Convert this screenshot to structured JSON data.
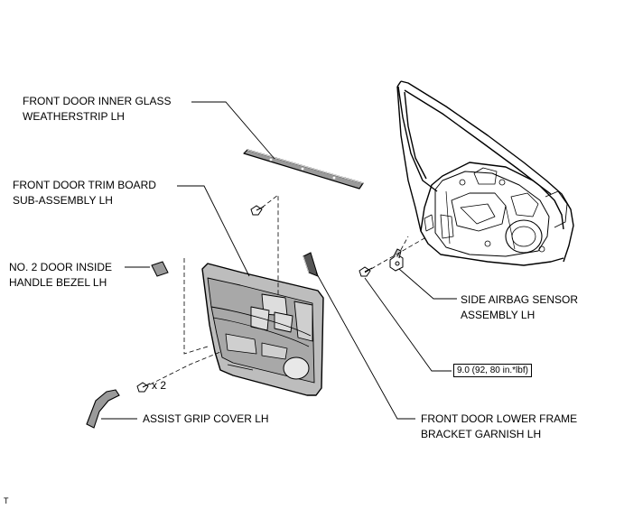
{
  "labels": {
    "inner_glass_weatherstrip": [
      "FRONT DOOR INNER GLASS",
      "WEATHERSTRIP LH"
    ],
    "trim_board": [
      "FRONT DOOR TRIM BOARD",
      "SUB-ASSEMBLY LH"
    ],
    "handle_bezel": [
      "NO. 2 DOOR INSIDE",
      "HANDLE BEZEL LH"
    ],
    "assist_grip_cover": [
      "ASSIST GRIP COVER LH"
    ],
    "side_airbag_sensor": [
      "SIDE AIRBAG SENSOR",
      "ASSEMBLY LH"
    ],
    "lower_frame_garnish": [
      "FRONT DOOR LOWER FRAME",
      "BRACKET GARNISH LH"
    ]
  },
  "torque_spec": "9.0 (92, 80 in.*lbf)",
  "clip_quantity": "x 2",
  "corner_code": "T"
}
